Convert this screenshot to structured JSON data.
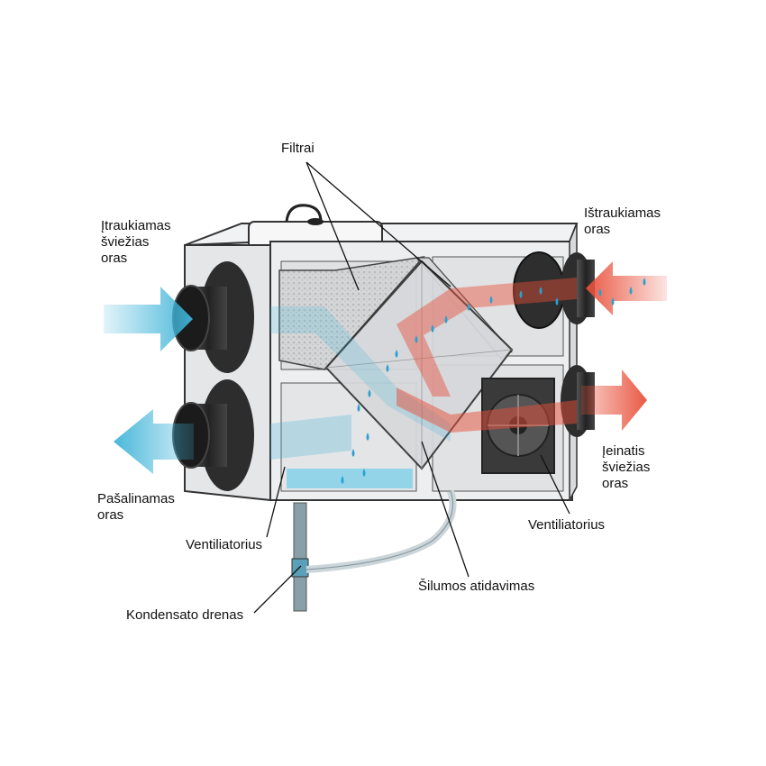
{
  "colors": {
    "cold_air": "#3fb4d8",
    "warm_air": "#e8503a",
    "water": "#2aa0d0",
    "housing": "#e9ebec",
    "outline": "#333333",
    "background": "#ffffff"
  },
  "labels": {
    "filtrai": "Filtrai",
    "itraukiamas": [
      "Įtraukiamas",
      "šviežias",
      "oras"
    ],
    "istraukiamas": [
      "Ištraukiamas",
      "oras"
    ],
    "pasalinamas": [
      "Pašalinamas",
      "oras"
    ],
    "ieinatis": [
      "Įeinatis",
      "šviežias",
      "oras"
    ],
    "ventiliatorius_left": "Ventiliatorius",
    "ventiliatorius_right": "Ventiliatorius",
    "silumos": "Šilumos atidavimas",
    "kondensato": "Kondensato drenas"
  },
  "icons": [
    "water-drop-icon",
    "fan-icon",
    "filter-icon",
    "air-flow-arrow-icon"
  ]
}
